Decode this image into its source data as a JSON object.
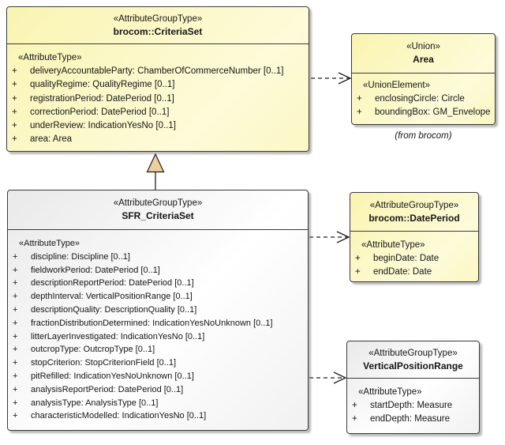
{
  "colors": {
    "background": "#ffffff",
    "box_yellow_top": "#faf4b1",
    "box_yellow_bottom": "#fdfbd9",
    "box_gray_top": "#e9e9e9",
    "box_gray_bottom": "#f1f1f1",
    "border": "#3a3a3a",
    "connector": "#1f1f1f",
    "generalization_triangle_fill": "#edce9d",
    "shadow": "#8c8c8c"
  },
  "classes": {
    "criteria_set": {
      "stereotype": "«AttributeGroupType»",
      "name": "brocom::CriteriaSet",
      "section": "«AttributeType»",
      "attributes": [
        {
          "vis": "+",
          "text": "deliveryAccountableParty: ChamberOfCommerceNumber [0..1]"
        },
        {
          "vis": "+",
          "text": "qualityRegime: QualityRegime [0..1]"
        },
        {
          "vis": "+",
          "text": "registrationPeriod: DatePeriod [0..1]"
        },
        {
          "vis": "+",
          "text": "correctionPeriod: DatePeriod [0..1]"
        },
        {
          "vis": "+",
          "text": "underReview: IndicationYesNo [0..1]"
        },
        {
          "vis": "+",
          "text": "area: Area"
        }
      ]
    },
    "area": {
      "stereotype": "«Union»",
      "name": "Area",
      "section": "«UnionElement»",
      "attributes": [
        {
          "vis": "+",
          "text": "enclosingCircle: Circle"
        },
        {
          "vis": "+",
          "text": "boundingBox: GM_Envelope"
        }
      ],
      "note": "(from brocom)"
    },
    "sfr_criteria_set": {
      "stereotype": "«AttributeGroupType»",
      "name": "SFR_CriteriaSet",
      "section": "«AttributeType»",
      "attributes": [
        {
          "vis": "+",
          "text": "discipline: Discipline [0..1]"
        },
        {
          "vis": "+",
          "text": "fieldworkPeriod: DatePeriod [0..1]"
        },
        {
          "vis": "+",
          "text": "descriptionReportPeriod: DatePeriod [0..1]"
        },
        {
          "vis": "+",
          "text": "depthInterval: VerticalPositionRange [0..1]"
        },
        {
          "vis": "+",
          "text": "descriptionQuality: DescriptionQuality [0..1]"
        },
        {
          "vis": "+",
          "text": "fractionDistributionDetermined: IndicationYesNoUnknown [0..1]"
        },
        {
          "vis": "+",
          "text": "litterLayerInvestigated: IndicationYesNo [0..1]"
        },
        {
          "vis": "+",
          "text": "outcropType: OutcropType [0..1]"
        },
        {
          "vis": "+",
          "text": "stopCriterion: StopCriterionField [0..1]"
        },
        {
          "vis": "+",
          "text": "pitRefilled: IndicationYesNoUnknown [0..1]"
        },
        {
          "vis": "+",
          "text": "analysisReportPeriod: DatePeriod [0..1]"
        },
        {
          "vis": "+",
          "text": "analysisType: AnalysisType [0..1]"
        },
        {
          "vis": "+",
          "text": "characteristicModelled: IndicationYesNo [0..1]"
        }
      ]
    },
    "date_period": {
      "stereotype": "«AttributeGroupType»",
      "name": "brocom::DatePeriod",
      "section": "«AttributeType»",
      "attributes": [
        {
          "vis": "+",
          "text": "beginDate: Date"
        },
        {
          "vis": "+",
          "text": "endDate: Date"
        }
      ]
    },
    "vertical_position_range": {
      "stereotype": "«AttributeGroupType»",
      "name": "VerticalPositionRange",
      "section": "«AttributeType»",
      "attributes": [
        {
          "vis": "+",
          "text": "startDepth: Measure"
        },
        {
          "vis": "+",
          "text": "endDepth: Measure"
        }
      ]
    }
  },
  "connectors": [
    {
      "type": "generalization",
      "from": "SFR_CriteriaSet",
      "to": "brocom::CriteriaSet"
    },
    {
      "type": "dependency",
      "from": "brocom::CriteriaSet",
      "to": "Area"
    },
    {
      "type": "dependency",
      "from": "SFR_CriteriaSet",
      "to": "brocom::DatePeriod"
    },
    {
      "type": "dependency",
      "from": "SFR_CriteriaSet",
      "to": "VerticalPositionRange"
    }
  ]
}
